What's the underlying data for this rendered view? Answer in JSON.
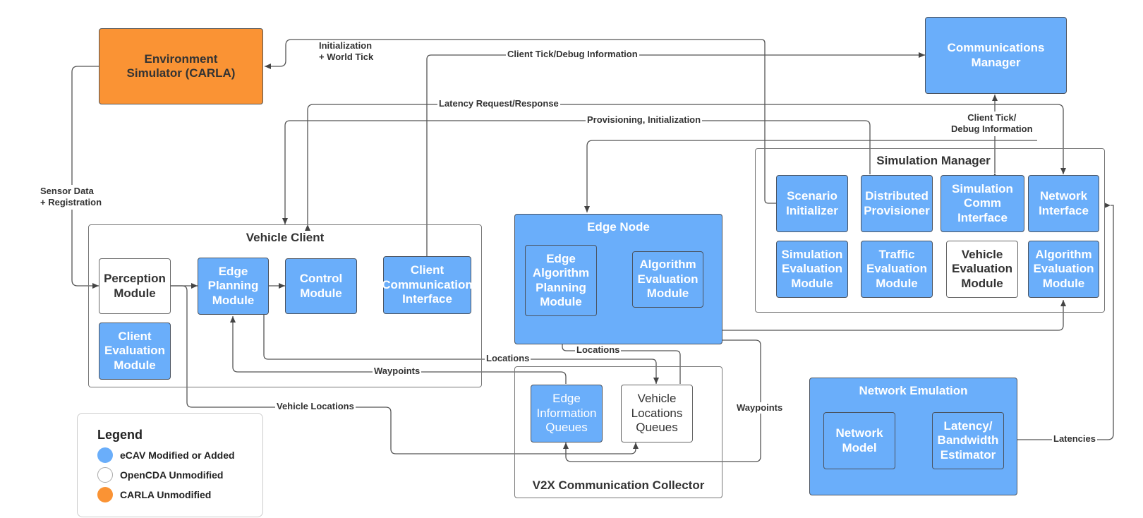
{
  "colors": {
    "ecav": "#6aaefa",
    "opencda": "#ffffff",
    "carla": "#fa9334",
    "line": "#555555"
  },
  "nodes": {
    "environment_simulator": "Environment Simulator (CARLA)",
    "communications_manager": "Communications Manager",
    "perception_module": "Perception Module",
    "edge_planning_module": "Edge Planning Module",
    "control_module": "Control Module",
    "client_communication_interface": "Client Communication Interface",
    "client_evaluation_module": "Client Evaluation Module",
    "edge_algorithm_planning_module": "Edge Algorithm Planning Module",
    "algorithm_evaluation_module_edge": "Algorithm Evaluation Module",
    "scenario_initializer": "Scenario Initializer",
    "distributed_provisioner": "Distributed Provisioner",
    "simulation_comm_interface": "Simulation Comm Interface",
    "network_interface": "Network Interface",
    "simulation_evaluation_module": "Simulation Evaluation Module",
    "traffic_evaluation_module": "Traffic Evaluation Module",
    "vehicle_evaluation_module": "Vehicle Evaluation Module",
    "algorithm_evaluation_module_sim": "Algorithm Evaluation Module",
    "edge_information_queues": "Edge Information Queues",
    "vehicle_locations_queues": "Vehicle Locations Queues",
    "network_model": "Network Model",
    "latency_bandwidth_estimator": "Latency/ Bandwidth Estimator"
  },
  "containers": {
    "vehicle_client": "Vehicle Client",
    "edge_node": "Edge Node",
    "simulation_manager": "Simulation Manager",
    "v2x_collector": "V2X Communication Collector",
    "network_emulation": "Network Emulation"
  },
  "edge_labels": {
    "initialization_line1": "Initialization",
    "initialization_line2": "+ World Tick",
    "client_tick_debug": "Client Tick/Debug Information",
    "latency_request_response": "Latency Request/Response",
    "provisioning_initialization": "Provisioning, Initialization",
    "client_tick_line1": "Client Tick/",
    "client_tick_line2": "Debug Information",
    "sensor_data_line1": "Sensor Data",
    "sensor_data_line2": "+ Registration",
    "locations_1": "Locations",
    "locations_2": "Locations",
    "waypoints_1": "Waypoints",
    "waypoints_2": "Waypoints",
    "vehicle_locations": "Vehicle Locations",
    "latencies": "Latencies"
  },
  "legend": {
    "title": "Legend",
    "items": [
      {
        "label": "eCAV Modified or Added",
        "color": "#6aaefa"
      },
      {
        "label": "OpenCDA Unmodified",
        "color": "#ffffff"
      },
      {
        "label": "CARLA Unmodified",
        "color": "#fa9334"
      }
    ]
  }
}
